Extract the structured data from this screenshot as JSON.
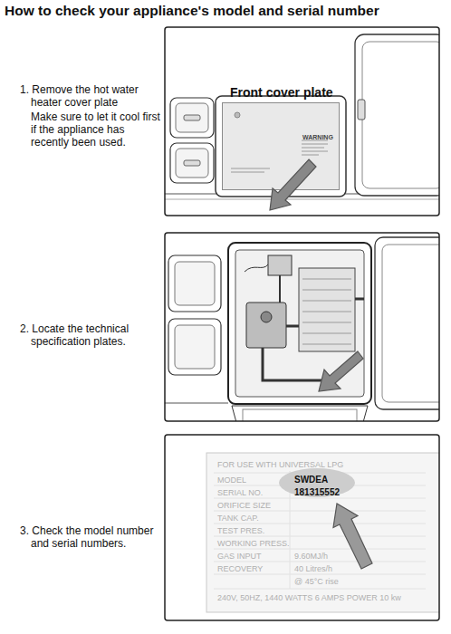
{
  "diagram": {
    "title": "How to check your appliance's model and serial number",
    "nodes": [
      {
        "text": [
          "Front cover plate",
          "WARNING"
        ]
      },
      {
        "text": [
          "FOR USE WITH UNIVERSAL LPG",
          "MODEL",
          "SWDEA",
          "SERIAL NO.",
          "181315552",
          "ORIFICE SIZE",
          "TANK CAP.",
          "TEST PRES.",
          "WORKING PRESS.",
          "GAS INPUT",
          "9.60MJ/h",
          "RECOVERY",
          "40 Litres/h",
          "@ 45°C rise",
          "240V, 50HZ, 1440 WATTS 6 AMPS POWER 10 kw"
        ]
      }
    ],
    "labels": [
      "1. Remove the hot water heater cover plate",
      "Make sure to let it cool first if the appliance has recently been used.",
      "2. Locate the technical specification plates.",
      "3. Check the model number and serial numbers."
    ]
  }
}
